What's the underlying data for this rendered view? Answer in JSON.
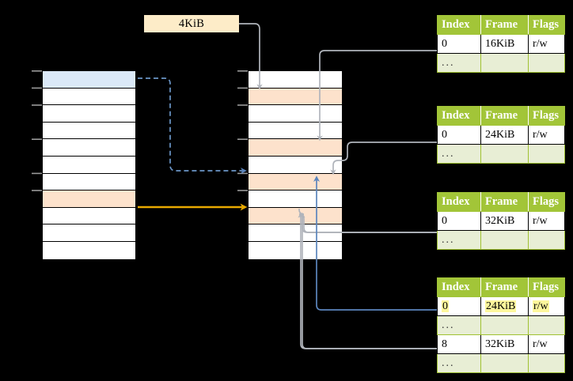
{
  "diagram": {
    "title_label": "4KiB",
    "left_column": {
      "name": "virtual-address-space",
      "rows": 11,
      "highlights": [
        {
          "index": 0,
          "color": "#dbe9f8"
        },
        {
          "index": 7,
          "color": "#fde2cc"
        }
      ]
    },
    "middle_column": {
      "name": "physical-memory",
      "rows": 11,
      "highlights": [
        {
          "index": 1,
          "color": "#fde2cc"
        },
        {
          "index": 4,
          "color": "#fde2cc"
        },
        {
          "index": 6,
          "color": "#fde2cc"
        },
        {
          "index": 8,
          "color": "#fde2cc"
        }
      ]
    },
    "tables": [
      {
        "name": "page-table-level-1",
        "headers": [
          "Index",
          "Frame",
          "Flags"
        ],
        "rows": [
          {
            "cells": [
              "0",
              "16KiB",
              "r/w"
            ],
            "ellipsis": false,
            "highlight": false
          },
          {
            "cells": [
              "...",
              "",
              ""
            ],
            "ellipsis": true,
            "highlight": false
          }
        ]
      },
      {
        "name": "page-table-level-2",
        "headers": [
          "Index",
          "Frame",
          "Flags"
        ],
        "rows": [
          {
            "cells": [
              "0",
              "24KiB",
              "r/w"
            ],
            "ellipsis": false,
            "highlight": false
          },
          {
            "cells": [
              "...",
              "",
              ""
            ],
            "ellipsis": true,
            "highlight": false
          }
        ]
      },
      {
        "name": "page-table-level-3",
        "headers": [
          "Index",
          "Frame",
          "Flags"
        ],
        "rows": [
          {
            "cells": [
              "0",
              "32KiB",
              "r/w"
            ],
            "ellipsis": false,
            "highlight": false
          },
          {
            "cells": [
              "...",
              "",
              ""
            ],
            "ellipsis": true,
            "highlight": false
          }
        ]
      },
      {
        "name": "page-table-level-4",
        "headers": [
          "Index",
          "Frame",
          "Flags"
        ],
        "rows": [
          {
            "cells": [
              "0",
              "24KiB",
              "r/w"
            ],
            "ellipsis": false,
            "highlight": true
          },
          {
            "cells": [
              "...",
              "",
              ""
            ],
            "ellipsis": true,
            "highlight": false
          },
          {
            "cells": [
              "8",
              "32KiB",
              "r/w"
            ],
            "ellipsis": false,
            "highlight": false
          },
          {
            "cells": [
              "...",
              "",
              ""
            ],
            "ellipsis": true,
            "highlight": false
          }
        ]
      }
    ],
    "colors": {
      "background": "#000000",
      "table_header_green": "#a2c538",
      "table_ellipsis_green": "#e8eed5",
      "highlight_yellow": "#fdf69c",
      "blue_block": "#dbe9f8",
      "peach_block": "#fde2cc",
      "label_box": "#fdecc8",
      "orange_arrow": "#e9a900",
      "blue_arrow": "#6b96c8",
      "gray_wire": "#b3b3b3"
    }
  }
}
